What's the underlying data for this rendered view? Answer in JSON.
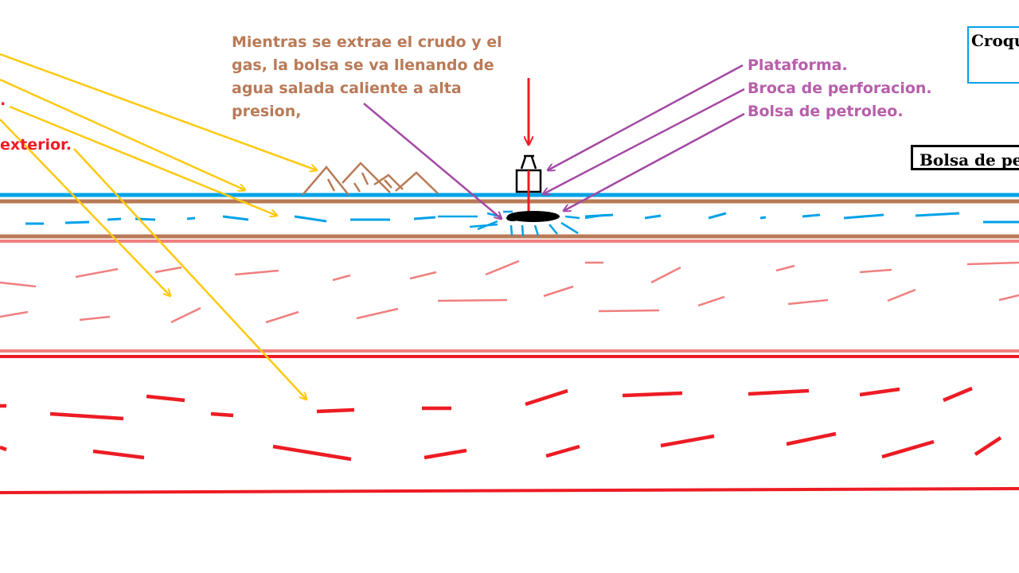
{
  "labels": {
    "extraction_note": [
      "Mientras se extrae el crudo y el",
      "gas, la bolsa se va llenando de",
      "agua salada caliente a alta",
      "presion,"
    ],
    "plataforma": "Plataforma.",
    "broca": "Broca de perforacion.",
    "bolsa": "Bolsa de petroleo.",
    "left_red_1": ".",
    "left_red_2": "exterior.",
    "title_box": "Croqu",
    "subtitle_box": "Bolsa de pe"
  },
  "colors": {
    "yellow_arrow": "#ffc90e",
    "violet_arrow": "#a349a4",
    "red": "#ed1c24",
    "brown": "#b97a57",
    "blue": "#00a2e8",
    "pink": "#f07f7f",
    "box_border_blue": "#00a2e8"
  },
  "icons": [
    "mountain-icon",
    "drilling-platform-icon",
    "oil-pocket-icon"
  ]
}
